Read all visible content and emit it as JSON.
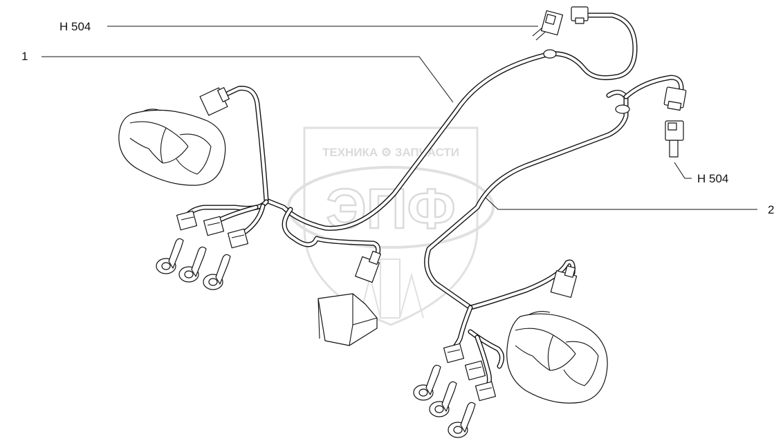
{
  "callouts": {
    "h504_top": "H 504",
    "h504_right": "H 504",
    "item_1": "1",
    "item_2": "2"
  },
  "watermark": {
    "tagline": "ТЕХНИКА ⚙ ЗАПЧАСТИ",
    "logo": "ЭПФ"
  },
  "colors": {
    "lines": "#111111",
    "background": "#ffffff",
    "watermark": "#e2e2e2"
  }
}
